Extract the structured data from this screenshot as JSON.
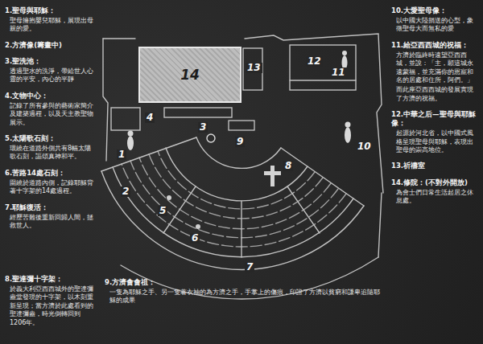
{
  "diagram": {
    "nodes": [
      {
        "text": [
          "14"
        ]
      }
    ],
    "labels": [
      "1.聖母與耶穌：",
      "聖母擁抱嬰兒耶穌，展現出母親的愛。",
      "2.方濟像(籌畫中)",
      "3.聖洗池：",
      "透過聖水的洗淨，帶給世人心靈的平安，內心的平靜",
      "4.文物中心：",
      "記錄了所有參與的藝術家簡介及建築過程，以及天主教聖物展示。",
      "5.太陽歌石刻：",
      "環繞在道路外側共有8幅太陽歌石刻，謳頌真神和平。",
      "6.苦路14處石刻：",
      "圍繞於道路內側，記錄耶穌背著十字架的14處過程。",
      "7.耶穌復活：",
      "經歷苦難後重新回歸人間，拯救世人。",
      "8.聖達彌十字架：",
      "於義大利亞西西城外的聖達彌盎堂發現的十字架，以木刻重新呈現；當方濟於此處看到的聖達彌盎，時光倒轉回到1206年。",
      "9.方濟會會祖：",
      "一隻為耶穌之手、另一隻著衣袖的為方濟之手，手掌上的傷痕，印證了方濟以貧窮和謙卑追隨耶穌的成果",
      "10.大愛聖母像：",
      "以中國大陸捐送的心型，象徵聖母大而無私的愛",
      "11.給亞西西城的祝福：",
      "方濟於臨終時遠望亞西西城，並說：「主，願這城永遠蒙福，並充滿你的恩寵和名的居處和住所，阿們。」",
      "而此座亞西西城的發展實現了方濟的祝福。",
      "12.中華之后—聖母與耶穌像：",
      "起源於河北省，以中國式風格呈現聖母與耶穌，表現出聖母的崇高地位。",
      "13.祈禱室",
      "14.修院：(不對外開放)",
      "為會士們日常生活起居之休息處。",
      "1",
      "2",
      "3",
      "4",
      "5",
      "6",
      "7",
      "8",
      "9",
      "10",
      "11",
      "12",
      "13"
    ]
  }
}
